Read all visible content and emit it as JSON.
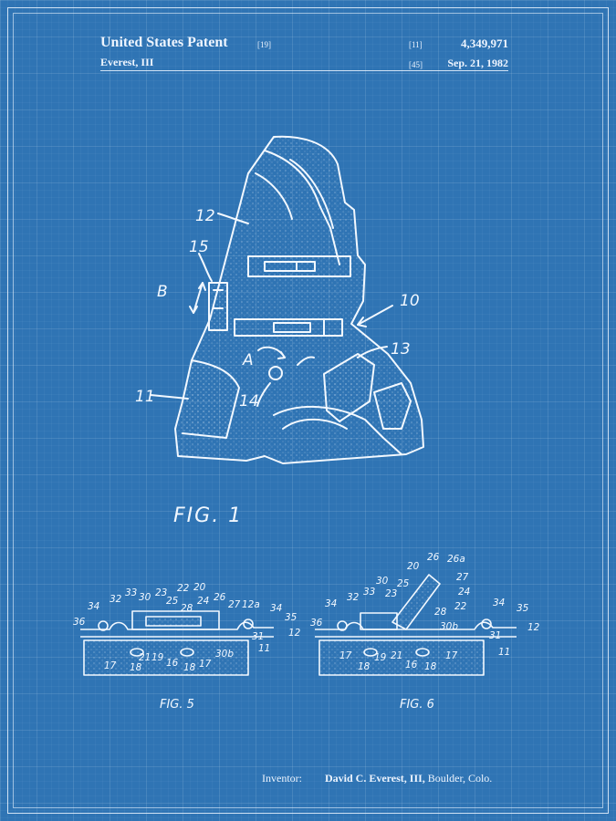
{
  "header": {
    "title": "United States Patent",
    "ref_19": "[19]",
    "ref_11": "[11]",
    "patent_number": "4,349,971",
    "inventor_short": "Everest, III",
    "ref_45": "[45]",
    "date": "Sep. 21, 1982"
  },
  "figures": {
    "fig1": "FIG. 1",
    "fig5": "FIG. 5",
    "fig6": "FIG. 6"
  },
  "labels": {
    "l10": "10",
    "l11": "11",
    "l12": "12",
    "l13": "13",
    "l14": "14",
    "l15": "15",
    "lA": "A",
    "lB": "B"
  },
  "fig5_labels": [
    "34",
    "32",
    "33",
    "30",
    "23",
    "22",
    "20",
    "25",
    "24",
    "26",
    "28",
    "27",
    "12a",
    "34",
    "35",
    "36",
    "12",
    "31",
    "17",
    "18",
    "21",
    "19",
    "16",
    "18",
    "17",
    "30b",
    "11"
  ],
  "fig6_labels": [
    "26",
    "26a",
    "20",
    "27",
    "30",
    "25",
    "24",
    "32",
    "33",
    "23",
    "28",
    "22",
    "34",
    "35",
    "36",
    "34",
    "30b",
    "31",
    "12",
    "17",
    "19",
    "21",
    "16",
    "18",
    "17",
    "18",
    "11"
  ],
  "footer": {
    "inventor_label": "Inventor:",
    "inventor_name": "David C. Everest, III,",
    "inventor_location": "Boulder, Colo."
  },
  "colors": {
    "background": "#2f74b4",
    "ink": "#eef5ff"
  }
}
